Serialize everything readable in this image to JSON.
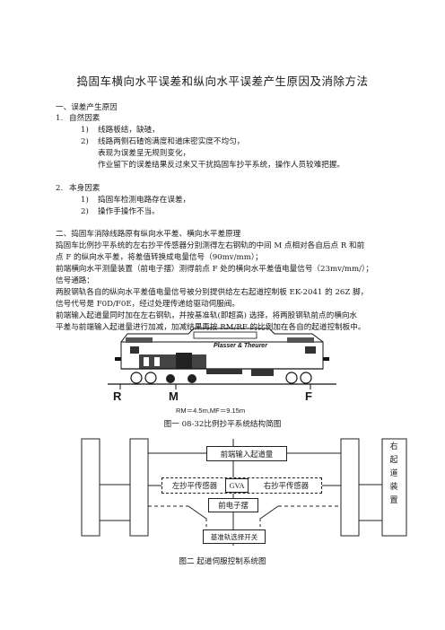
{
  "doc": {
    "title": "捣固车横向水平误差和纵向水平误差产生原因及消除方法",
    "s1": {
      "heading": "一、误差产生原因",
      "p1_num": "1.",
      "p1_head": "自然因素",
      "p1_items": [
        {
          "num": "1)",
          "text": "线路板结，缺碴，"
        },
        {
          "num": "2)",
          "text": "线路两侧石碴饱满度和道床密实度不均匀，"
        }
      ],
      "p1_extra": [
        "表现为误差呈无规则变化，",
        "作业留下的误差结果反过来又干扰捣固车抄平系统，操作人员较难把握。"
      ],
      "p2_num": "2.",
      "p2_head": "本身因素",
      "p2_items": [
        {
          "num": "1)",
          "text": "捣固车检测电路存在误差，"
        },
        {
          "num": "2)",
          "text": "操作手操作不当。"
        }
      ]
    },
    "s2": {
      "heading": "二、捣固车消除线路原有纵向水平差、横向水平差原理",
      "lines": [
        "捣固车比例抄平系统的左右抄平传感器分别测得左右钢轨的中间 M 点相对各自后点 R 和前",
        "点 F 的纵向水平差，将差值转换成电量信号（90mv/mm）；",
        "前端横向水平测量装置（前电子摆）测得前点 F 处的横向水平差值电量信号（23mv/mm/）；",
        "信号通路：",
        "两股钢轨各自的纵向水平差值电量信号被分别提供给左右起道控制板 EK-2041 的 26Z 脚，",
        "信号代号是 F0D/F0E，经过处理传递给驱动伺服阀。",
        "前端输入起道量同时加在左右钢轨，并按基准轨(即超高) 选择，将两股钢轨前点的横向水",
        "平差与前端输入起道量进行加减，加减结果再按 RM/RF 的比例加在各自的起道控制板中。"
      ]
    },
    "fig1": {
      "brand": "Plasser & Theurer",
      "points": [
        "R",
        "M",
        "F"
      ],
      "dims": "RM＝4.5m,MF＝9.15m",
      "caption": "图一    08-32比例抄平系统结构简图"
    },
    "fig2": {
      "front_input": "前端输入起道量",
      "left_sensor": "左抄平传感器",
      "gva": "GVA",
      "right_sensor": "右抄平传感器",
      "pendulum": "前电子摆",
      "ref_switch": "基准轨选择开关",
      "right_device": [
        "右",
        "起",
        "道",
        "装",
        "置"
      ],
      "caption": "图二    起道伺服控制系统图"
    }
  }
}
